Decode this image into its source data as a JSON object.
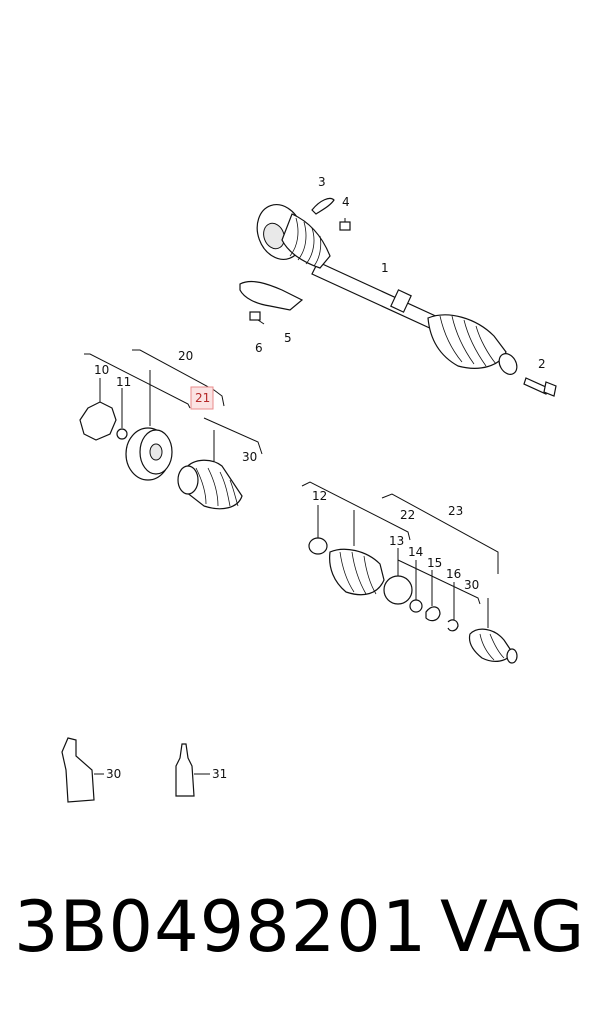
{
  "diagram": {
    "callouts": {
      "c1": "1",
      "c2": "2",
      "c3": "3",
      "c4": "4",
      "c5": "5",
      "c6": "6",
      "c10": "10",
      "c11": "11",
      "c12": "12",
      "c13": "13",
      "c14": "14",
      "c15": "15",
      "c16": "16",
      "c20": "20",
      "c21": "21",
      "c22": "22",
      "c23": "23",
      "c30a": "30",
      "c30b": "30",
      "c30c": "30",
      "c31": "31"
    },
    "highlight_color": "#e98b8b"
  },
  "footer": {
    "part_number": "3B0498201",
    "brand": "VAG"
  }
}
